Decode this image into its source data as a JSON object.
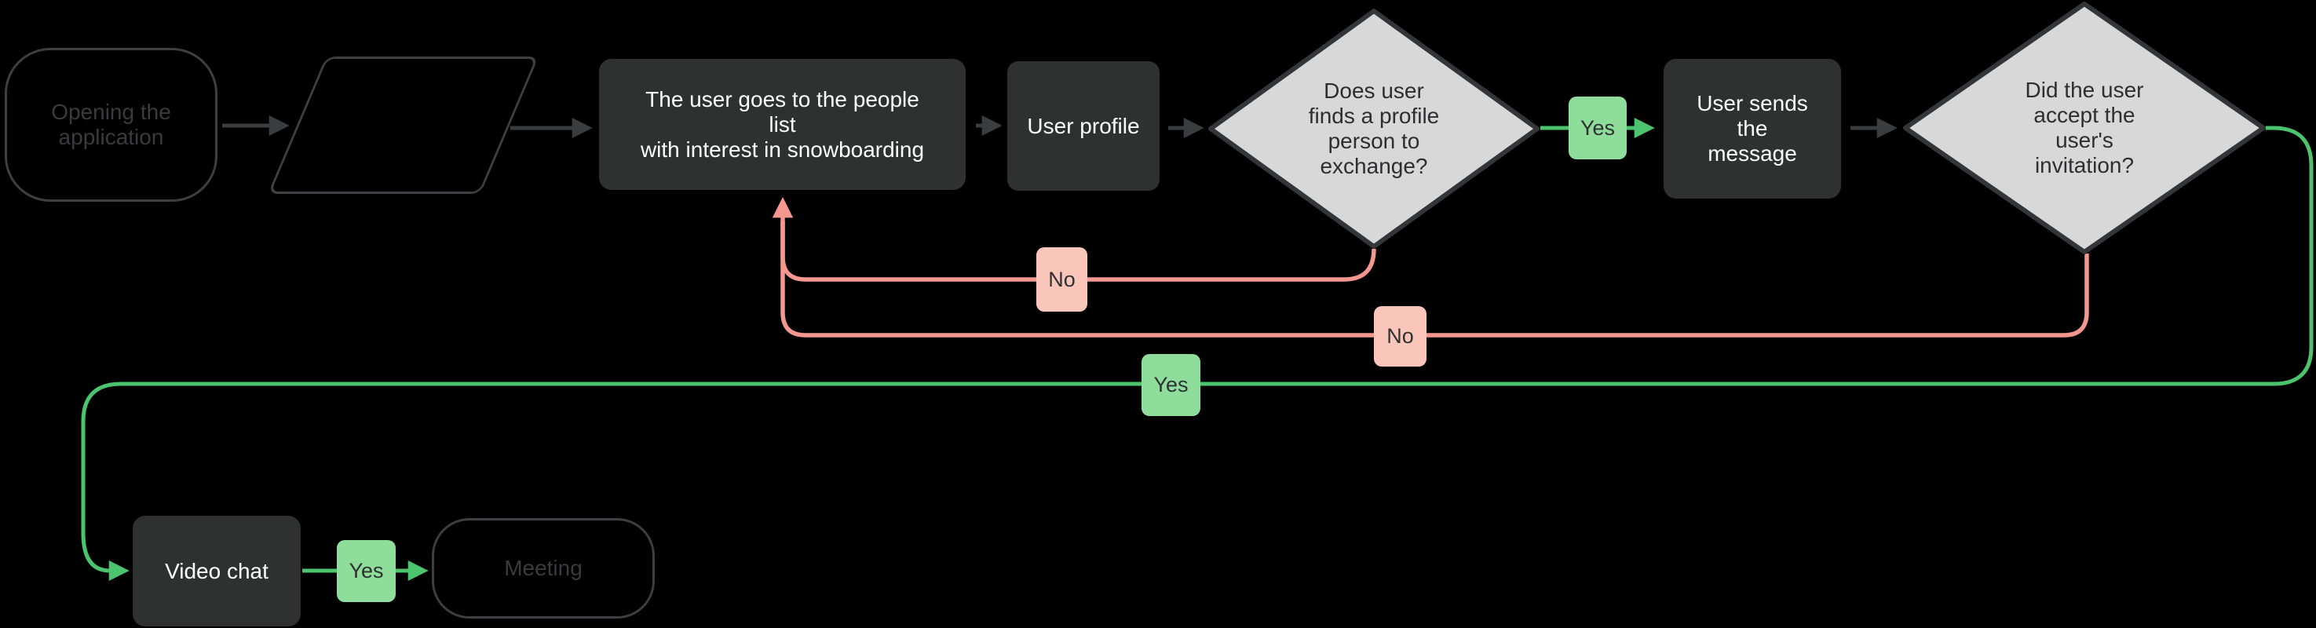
{
  "app": {
    "type": "flowchart-canvas",
    "background": "#000000"
  },
  "colors": {
    "node_fill_dark": "#2F3030",
    "node_text_light": "#FFFFFF",
    "outline_node_border": "#3F3F41",
    "outline_node_text": "#3B3B3D",
    "diamond_fill": "#D8D8D8",
    "diamond_border": "#333537",
    "diamond_text": "#2E2E30",
    "connector_dark": "#3A3D3D",
    "connector_green": "#4CC46E",
    "connector_pink": "#F4988F",
    "badge_yes_fill": "#8FDD9B",
    "badge_no_fill": "#FAC6BA",
    "badge_text": "#2F3033"
  },
  "nodes": {
    "start": {
      "shape": "terminal-rounded",
      "label": "Opening the\napplication"
    },
    "input_output": {
      "shape": "parallelogram",
      "label": ""
    },
    "people_list": {
      "shape": "process",
      "label": "The user goes to the people\nlist\nwith interest in snowboarding"
    },
    "user_profile": {
      "shape": "process",
      "label": "User profile"
    },
    "decision_find_profile": {
      "shape": "decision",
      "label": "Does user\nfinds a profile\nperson to\nexchange?"
    },
    "send_message": {
      "shape": "process",
      "label": "User sends\nthe\nmessage"
    },
    "decision_accept_invitation": {
      "shape": "decision",
      "label": "Did the user\naccept the\nuser's\ninvitation?"
    },
    "video_chat": {
      "shape": "process",
      "label": "Video chat"
    },
    "meeting": {
      "shape": "terminal-rounded",
      "label": "Meeting"
    }
  },
  "edge_labels": {
    "find_profile_yes": "Yes",
    "find_profile_no": "No",
    "accept_invitation_no": "No",
    "accept_invitation_yes": "Yes",
    "video_chat_yes": "Yes"
  }
}
